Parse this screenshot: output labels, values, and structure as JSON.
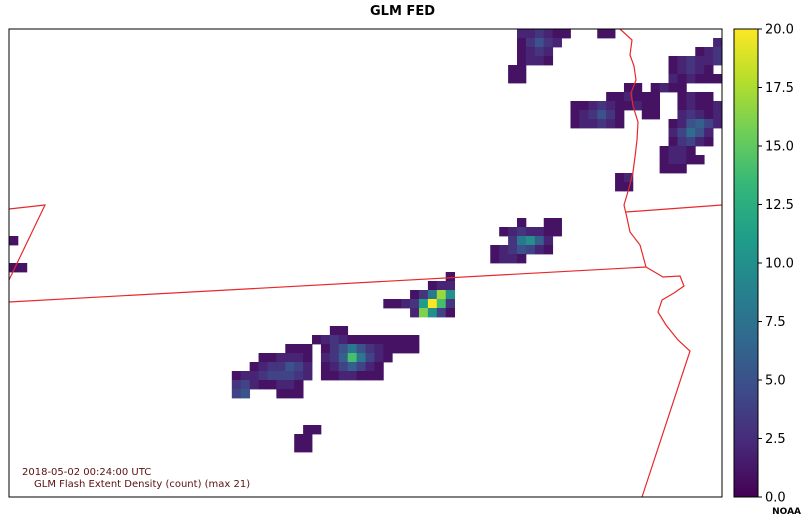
{
  "title": "GLM FED",
  "annotation": {
    "datetime": "2018-05-02 00:24:00 UTC",
    "product": "GLM Flash Extent Density (count) (max  21)"
  },
  "credit": "NOAA",
  "colormap": {
    "name": "viridis",
    "stops": [
      "#440154",
      "#482878",
      "#3e4a89",
      "#31688e",
      "#26828e",
      "#1f9e89",
      "#35b779",
      "#6ece58",
      "#b5de2b",
      "#fde725"
    ]
  },
  "colors": {
    "boundary": "#e8282a",
    "frame": "#000000"
  },
  "chart_data": {
    "type": "heatmap",
    "title": "GLM FED",
    "colorbar": {
      "min": 0.0,
      "max": 20.0,
      "ticks": [
        "0.0",
        "2.5",
        "5.0",
        "7.5",
        "10.0",
        "12.5",
        "15.0",
        "17.5",
        "20.0"
      ]
    },
    "max_value": 21,
    "grid": false,
    "cell_grid": {
      "cols": 80,
      "rows": 52
    },
    "cells": [
      [
        57,
        0,
        2
      ],
      [
        58,
        0,
        2
      ],
      [
        59,
        0,
        3
      ],
      [
        60,
        0,
        2
      ],
      [
        61,
        0,
        1
      ],
      [
        62,
        0,
        1
      ],
      [
        66,
        0,
        1
      ],
      [
        67,
        0,
        1
      ],
      [
        57,
        1,
        1
      ],
      [
        58,
        1,
        3
      ],
      [
        59,
        1,
        5
      ],
      [
        60,
        1,
        3
      ],
      [
        61,
        1,
        2
      ],
      [
        79,
        1,
        2
      ],
      [
        57,
        2,
        1
      ],
      [
        58,
        2,
        2
      ],
      [
        59,
        2,
        3
      ],
      [
        60,
        2,
        2
      ],
      [
        77,
        2,
        1
      ],
      [
        78,
        2,
        2
      ],
      [
        79,
        2,
        3
      ],
      [
        57,
        3,
        1
      ],
      [
        58,
        3,
        2
      ],
      [
        59,
        3,
        2
      ],
      [
        60,
        3,
        1
      ],
      [
        74,
        3,
        1
      ],
      [
        75,
        3,
        2
      ],
      [
        76,
        3,
        3
      ],
      [
        77,
        3,
        2
      ],
      [
        78,
        3,
        2
      ],
      [
        79,
        3,
        3
      ],
      [
        56,
        4,
        1
      ],
      [
        57,
        4,
        1
      ],
      [
        74,
        4,
        1
      ],
      [
        75,
        4,
        2
      ],
      [
        76,
        4,
        3
      ],
      [
        77,
        4,
        2
      ],
      [
        78,
        4,
        1
      ],
      [
        56,
        5,
        1
      ],
      [
        57,
        5,
        1
      ],
      [
        74,
        5,
        2
      ],
      [
        75,
        5,
        1
      ],
      [
        76,
        5,
        2
      ],
      [
        77,
        5,
        1
      ],
      [
        78,
        5,
        1
      ],
      [
        79,
        5,
        1
      ],
      [
        69,
        6,
        1
      ],
      [
        70,
        6,
        1
      ],
      [
        72,
        6,
        1
      ],
      [
        73,
        6,
        2
      ],
      [
        74,
        6,
        1
      ],
      [
        75,
        6,
        1
      ],
      [
        67,
        7,
        1
      ],
      [
        68,
        7,
        1
      ],
      [
        69,
        7,
        2
      ],
      [
        70,
        7,
        1
      ],
      [
        71,
        7,
        1
      ],
      [
        72,
        7,
        1
      ],
      [
        75,
        7,
        1
      ],
      [
        76,
        7,
        2
      ],
      [
        77,
        7,
        1
      ],
      [
        78,
        7,
        1
      ],
      [
        63,
        8,
        1
      ],
      [
        64,
        8,
        1
      ],
      [
        65,
        8,
        2
      ],
      [
        66,
        8,
        3
      ],
      [
        67,
        8,
        2
      ],
      [
        68,
        8,
        1
      ],
      [
        69,
        8,
        1
      ],
      [
        70,
        8,
        2
      ],
      [
        71,
        8,
        1
      ],
      [
        72,
        8,
        1
      ],
      [
        75,
        8,
        1
      ],
      [
        76,
        8,
        2
      ],
      [
        77,
        8,
        1
      ],
      [
        78,
        8,
        1
      ],
      [
        79,
        8,
        2
      ],
      [
        63,
        9,
        1
      ],
      [
        64,
        9,
        2
      ],
      [
        65,
        9,
        3
      ],
      [
        66,
        9,
        5
      ],
      [
        67,
        9,
        3
      ],
      [
        68,
        9,
        1
      ],
      [
        71,
        9,
        1
      ],
      [
        72,
        9,
        1
      ],
      [
        75,
        9,
        2
      ],
      [
        76,
        9,
        3
      ],
      [
        77,
        9,
        2
      ],
      [
        78,
        9,
        1
      ],
      [
        79,
        9,
        2
      ],
      [
        63,
        10,
        1
      ],
      [
        64,
        10,
        2
      ],
      [
        65,
        10,
        2
      ],
      [
        66,
        10,
        3
      ],
      [
        67,
        10,
        2
      ],
      [
        68,
        10,
        1
      ],
      [
        74,
        10,
        1
      ],
      [
        75,
        10,
        2
      ],
      [
        76,
        10,
        5
      ],
      [
        77,
        10,
        6
      ],
      [
        78,
        10,
        4
      ],
      [
        79,
        10,
        2
      ],
      [
        74,
        11,
        2
      ],
      [
        75,
        11,
        4
      ],
      [
        76,
        11,
        7
      ],
      [
        77,
        11,
        5
      ],
      [
        78,
        11,
        2
      ],
      [
        74,
        12,
        1
      ],
      [
        75,
        12,
        3
      ],
      [
        76,
        12,
        4
      ],
      [
        77,
        12,
        2
      ],
      [
        78,
        12,
        1
      ],
      [
        73,
        13,
        1
      ],
      [
        74,
        13,
        2
      ],
      [
        75,
        13,
        2
      ],
      [
        76,
        13,
        1
      ],
      [
        73,
        14,
        1
      ],
      [
        74,
        14,
        2
      ],
      [
        75,
        14,
        2
      ],
      [
        76,
        14,
        1
      ],
      [
        77,
        14,
        1
      ],
      [
        73,
        15,
        1
      ],
      [
        74,
        15,
        1
      ],
      [
        75,
        15,
        1
      ],
      [
        68,
        16,
        1
      ],
      [
        69,
        16,
        2
      ],
      [
        68,
        17,
        1
      ],
      [
        69,
        17,
        1
      ],
      [
        57,
        21,
        1
      ],
      [
        60,
        21,
        1
      ],
      [
        61,
        21,
        1
      ],
      [
        55,
        22,
        1
      ],
      [
        56,
        22,
        2
      ],
      [
        57,
        22,
        3
      ],
      [
        58,
        22,
        2
      ],
      [
        59,
        22,
        2
      ],
      [
        60,
        22,
        1
      ],
      [
        61,
        22,
        1
      ],
      [
        0,
        23,
        1
      ],
      [
        56,
        23,
        3
      ],
      [
        57,
        23,
        8
      ],
      [
        58,
        23,
        10
      ],
      [
        59,
        23,
        6
      ],
      [
        60,
        23,
        2
      ],
      [
        54,
        24,
        1
      ],
      [
        55,
        24,
        2
      ],
      [
        56,
        24,
        3
      ],
      [
        57,
        24,
        5
      ],
      [
        58,
        24,
        4
      ],
      [
        59,
        24,
        2
      ],
      [
        60,
        24,
        1
      ],
      [
        54,
        25,
        1
      ],
      [
        55,
        25,
        2
      ],
      [
        56,
        25,
        2
      ],
      [
        57,
        25,
        1
      ],
      [
        0,
        26,
        1
      ],
      [
        1,
        26,
        1
      ],
      [
        49,
        27,
        1
      ],
      [
        47,
        28,
        1
      ],
      [
        48,
        28,
        2
      ],
      [
        49,
        28,
        2
      ],
      [
        45,
        29,
        1
      ],
      [
        46,
        29,
        3
      ],
      [
        47,
        29,
        8
      ],
      [
        48,
        29,
        17
      ],
      [
        49,
        29,
        10
      ],
      [
        42,
        30,
        1
      ],
      [
        43,
        30,
        1
      ],
      [
        44,
        30,
        2
      ],
      [
        45,
        30,
        3
      ],
      [
        46,
        30,
        11
      ],
      [
        47,
        30,
        21
      ],
      [
        48,
        30,
        14
      ],
      [
        49,
        30,
        3
      ],
      [
        45,
        31,
        2
      ],
      [
        46,
        31,
        16
      ],
      [
        47,
        31,
        10
      ],
      [
        48,
        31,
        4
      ],
      [
        49,
        31,
        1
      ],
      [
        36,
        33,
        1
      ],
      [
        37,
        33,
        1
      ],
      [
        34,
        34,
        1
      ],
      [
        35,
        34,
        2
      ],
      [
        36,
        34,
        3
      ],
      [
        37,
        34,
        2
      ],
      [
        38,
        34,
        1
      ],
      [
        39,
        34,
        1
      ],
      [
        40,
        34,
        1
      ],
      [
        41,
        34,
        1
      ],
      [
        42,
        34,
        1
      ],
      [
        43,
        34,
        1
      ],
      [
        44,
        34,
        1
      ],
      [
        45,
        34,
        1
      ],
      [
        31,
        35,
        1
      ],
      [
        32,
        35,
        1
      ],
      [
        33,
        35,
        1
      ],
      [
        35,
        35,
        1
      ],
      [
        36,
        35,
        3
      ],
      [
        37,
        35,
        5
      ],
      [
        38,
        35,
        8
      ],
      [
        39,
        35,
        5
      ],
      [
        40,
        35,
        3
      ],
      [
        41,
        35,
        2
      ],
      [
        42,
        35,
        1
      ],
      [
        43,
        35,
        1
      ],
      [
        44,
        35,
        1
      ],
      [
        45,
        35,
        1
      ],
      [
        28,
        36,
        1
      ],
      [
        29,
        36,
        1
      ],
      [
        30,
        36,
        2
      ],
      [
        31,
        36,
        2
      ],
      [
        32,
        36,
        2
      ],
      [
        33,
        36,
        1
      ],
      [
        35,
        36,
        2
      ],
      [
        36,
        36,
        3
      ],
      [
        37,
        36,
        6
      ],
      [
        38,
        36,
        14
      ],
      [
        39,
        36,
        8
      ],
      [
        40,
        36,
        4
      ],
      [
        41,
        36,
        2
      ],
      [
        42,
        36,
        1
      ],
      [
        27,
        37,
        1
      ],
      [
        28,
        37,
        2
      ],
      [
        29,
        37,
        3
      ],
      [
        30,
        37,
        3
      ],
      [
        31,
        37,
        5
      ],
      [
        32,
        37,
        4
      ],
      [
        33,
        37,
        2
      ],
      [
        35,
        37,
        1
      ],
      [
        36,
        37,
        2
      ],
      [
        37,
        37,
        4
      ],
      [
        38,
        37,
        6
      ],
      [
        39,
        37,
        4
      ],
      [
        40,
        37,
        2
      ],
      [
        41,
        37,
        1
      ],
      [
        25,
        38,
        1
      ],
      [
        26,
        38,
        2
      ],
      [
        27,
        38,
        2
      ],
      [
        28,
        38,
        3
      ],
      [
        29,
        38,
        4
      ],
      [
        30,
        38,
        4
      ],
      [
        31,
        38,
        4
      ],
      [
        32,
        38,
        3
      ],
      [
        33,
        38,
        2
      ],
      [
        35,
        38,
        1
      ],
      [
        36,
        38,
        1
      ],
      [
        37,
        38,
        2
      ],
      [
        38,
        38,
        2
      ],
      [
        39,
        38,
        1
      ],
      [
        40,
        38,
        1
      ],
      [
        41,
        38,
        1
      ],
      [
        25,
        39,
        3
      ],
      [
        26,
        39,
        4
      ],
      [
        27,
        39,
        2
      ],
      [
        28,
        39,
        1
      ],
      [
        29,
        39,
        1
      ],
      [
        30,
        39,
        2
      ],
      [
        31,
        39,
        2
      ],
      [
        32,
        39,
        1
      ],
      [
        25,
        40,
        4
      ],
      [
        26,
        40,
        5
      ],
      [
        30,
        40,
        1
      ],
      [
        31,
        40,
        1
      ],
      [
        32,
        40,
        1
      ],
      [
        33,
        44,
        1
      ],
      [
        34,
        44,
        1
      ],
      [
        32,
        45,
        1
      ],
      [
        33,
        45,
        1
      ],
      [
        32,
        46,
        1
      ],
      [
        33,
        46,
        1
      ]
    ]
  }
}
